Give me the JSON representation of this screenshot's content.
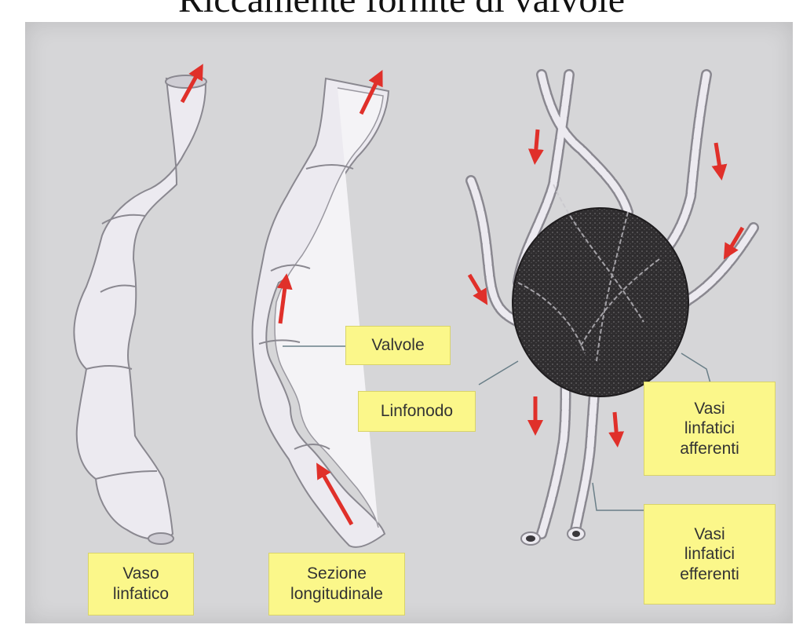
{
  "title": "Riccamente fornite di valvole",
  "labels": {
    "vaso_linfatico": [
      "Vaso",
      "linfatico"
    ],
    "sezione_longitudinale": [
      "Sezione",
      "longitudinale"
    ],
    "valvole": "Valvole",
    "linfonodo": "Linfonodo",
    "vasi_afferenti": [
      "Vasi",
      "linfatici",
      "afferenti"
    ],
    "vasi_efferenti": [
      "Vasi",
      "linfatici",
      "efferenti"
    ]
  },
  "colors": {
    "background": "#d6d6d8",
    "vessel_fill": "#eceaf0",
    "vessel_stroke": "#8a8890",
    "flow_arrow": "#e0302a",
    "node": "#2f2d2f",
    "label_fill": "#fbf78a"
  }
}
